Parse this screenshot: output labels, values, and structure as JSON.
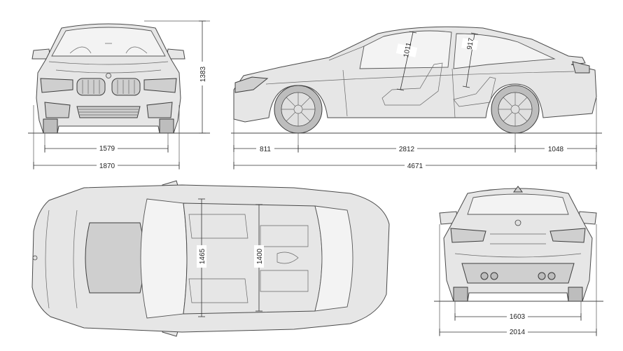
{
  "dimensions": {
    "front_track": "1579",
    "front_width": "1870",
    "height": "1383",
    "front_overhang": "811",
    "wheelbase": "2812",
    "rear_overhang": "1048",
    "length": "4671",
    "headroom_front": "1011",
    "headroom_rear": "917",
    "interior_width_front": "1465",
    "interior_width_rear": "1400",
    "rear_track": "1603",
    "width_with_mirrors": "2014"
  },
  "colors": {
    "line": "#4a4a4a",
    "body_fill": "#e6e6e6",
    "background": "#ffffff"
  }
}
